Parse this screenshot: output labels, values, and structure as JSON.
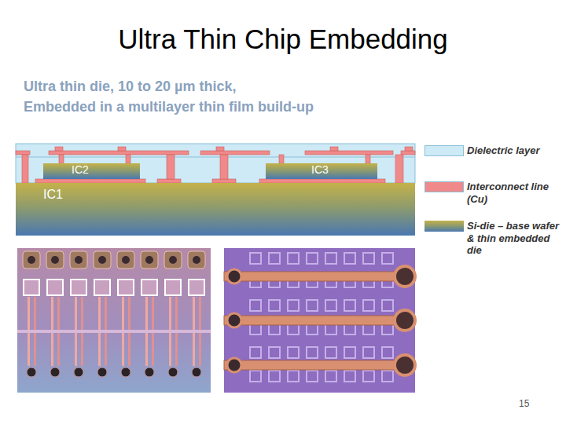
{
  "diagram": {
    "title": "Ultra Thin Chip Embedding",
    "nodes": [
      {
        "text": [
          "IC2"
        ]
      },
      {
        "text": [
          "IC3"
        ]
      },
      {
        "text": [
          "IC1"
        ]
      }
    ],
    "labels": [
      "Ultra thin die, 10 to 20 µm thick,",
      "Embedded in a multilayer thin film build-up",
      "15"
    ],
    "legend": [
      {
        "text": "Dielectric layer",
        "color": "#cdeaf6"
      },
      {
        "text": "Interconnect line (Cu)",
        "color": "#f08a8a"
      },
      {
        "text": "Si-die – base wafer & thin embedded die"
      }
    ]
  }
}
